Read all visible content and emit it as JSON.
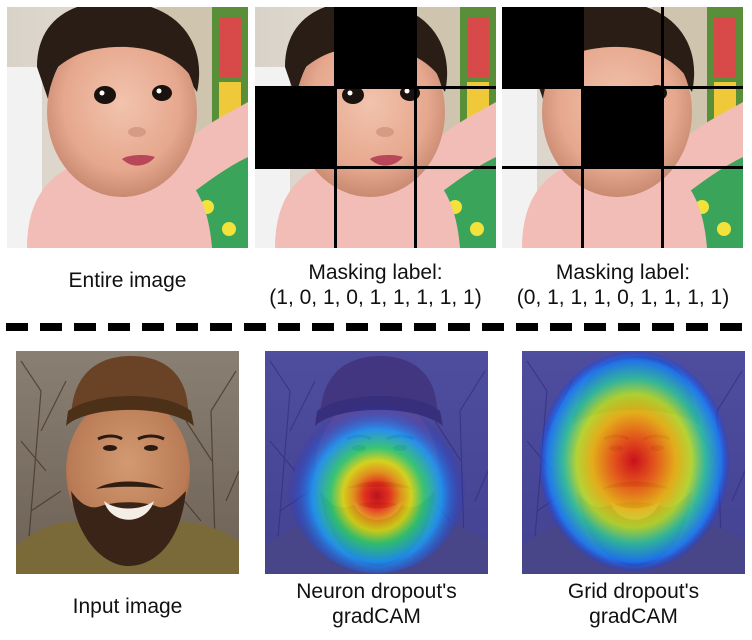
{
  "top_row": {
    "captions": [
      {
        "line1": "Entire image",
        "line2": ""
      },
      {
        "line1": "Masking label:",
        "line2": "(1, 0, 1, 0, 1, 1, 1, 1, 1)"
      },
      {
        "line1": "Masking label:",
        "line2": "(0, 1, 1, 1, 0, 1, 1, 1, 1)"
      }
    ],
    "masks": [
      [
        1,
        1,
        1,
        1,
        1,
        1,
        1,
        1,
        1
      ],
      [
        1,
        0,
        1,
        0,
        1,
        1,
        1,
        1,
        1
      ],
      [
        0,
        1,
        1,
        1,
        0,
        1,
        1,
        1,
        1
      ]
    ]
  },
  "bottom_row": {
    "captions": [
      {
        "line1": "Input image",
        "line2": ""
      },
      {
        "line1": "Neuron dropout's",
        "line2": "gradCAM"
      },
      {
        "line1": "Grid dropout's",
        "line2": "gradCAM"
      }
    ]
  }
}
